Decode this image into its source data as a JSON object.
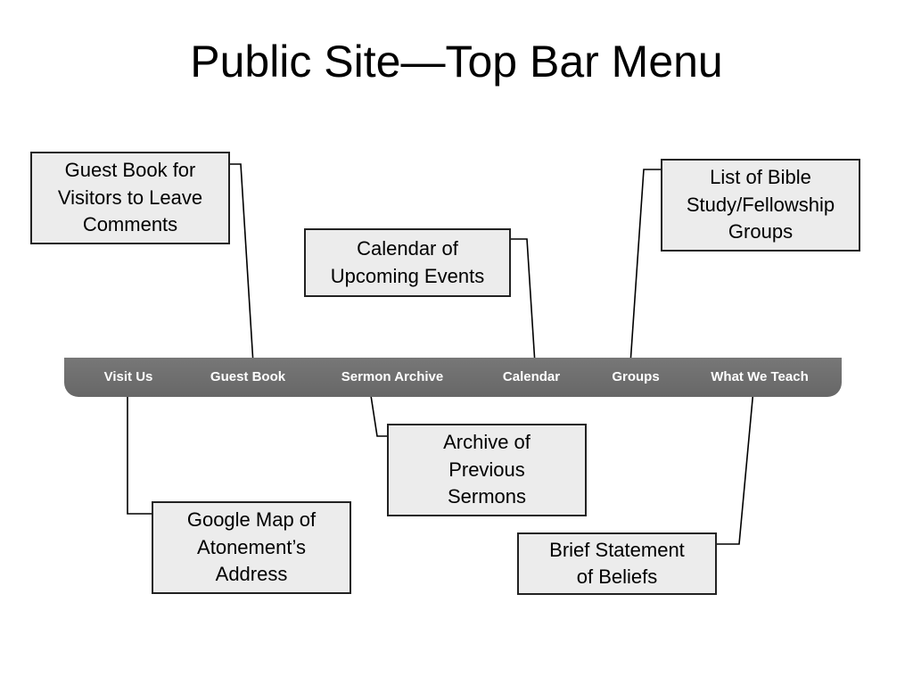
{
  "title": "Public Site—Top Bar Menu",
  "menu": {
    "items": [
      {
        "id": "visit-us",
        "label": "Visit Us"
      },
      {
        "id": "guest-book",
        "label": "Guest Book"
      },
      {
        "id": "sermon-archive",
        "label": "Sermon Archive"
      },
      {
        "id": "calendar",
        "label": "Calendar"
      },
      {
        "id": "groups",
        "label": "Groups"
      },
      {
        "id": "what-we-teach",
        "label": "What We Teach"
      }
    ]
  },
  "callouts": {
    "guest_book": "Guest Book for\nVisitors to Leave\nComments",
    "calendar": "Calendar of\nUpcoming Events",
    "groups": "List of Bible\nStudy/Fellowship\nGroups",
    "sermon_archive": "Archive of\nPrevious\nSermons",
    "visit_us": "Google Map of\nAtonement’s\nAddress",
    "what_we_teach": "Brief Statement\nof Beliefs"
  },
  "colors": {
    "menu_bar": "#6f6f6f",
    "callout_fill": "#ececec",
    "line": "#000000"
  }
}
